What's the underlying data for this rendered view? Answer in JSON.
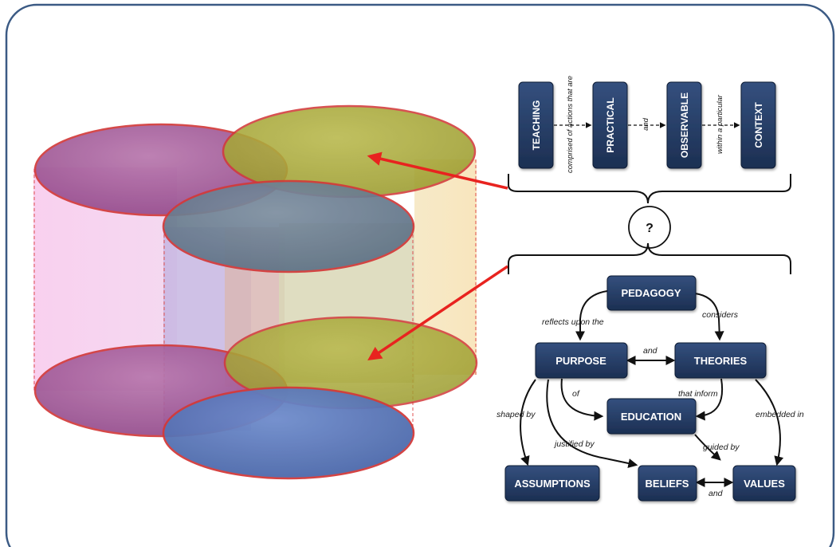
{
  "diagram": {
    "question_mark": "?",
    "top_sequence": {
      "boxes": [
        "TEACHING",
        "PRACTICAL",
        "OBSERVABLE",
        "CONTEXT"
      ],
      "connectors": [
        "comprised of actions that are",
        "and",
        "within a particular"
      ]
    },
    "concept_map": {
      "nodes": {
        "pedagogy": "PEDAGOGY",
        "purpose": "PURPOSE",
        "theories": "THEORIES",
        "education": "EDUCATION",
        "assumptions": "ASSUMPTIONS",
        "beliefs": "BELIEFS",
        "values": "VALUES"
      },
      "edge_labels": {
        "reflects_upon_the": "reflects upon the",
        "considers": "considers",
        "and_purpose_theories": "and",
        "of": "of",
        "that_inform": "that inform",
        "shaped_by": "shaped by",
        "justified_by": "justified by",
        "guided_by": "guided by",
        "embedded_in": "embedded in",
        "and_beliefs_values": "and"
      }
    },
    "colors": {
      "node_fill": "#1f3864",
      "arrow_red": "#e8231f",
      "frame": "#3b5a84",
      "disc_purple": "#a45a9c",
      "disc_olive": "#a8a83a",
      "disc_blue": "#5a78b4",
      "disc_slate": "#6a7f94"
    }
  }
}
